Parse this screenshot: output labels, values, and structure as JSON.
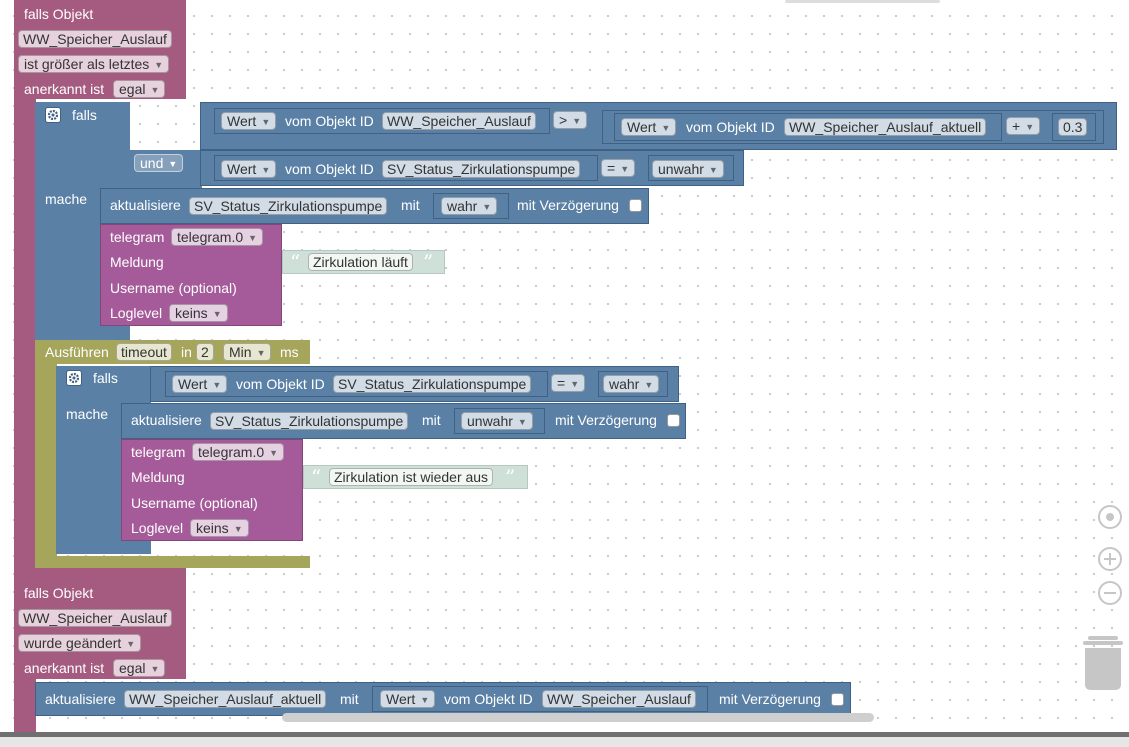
{
  "event1": {
    "head": "falls Objekt",
    "object": "WW_Speicher_Auslauf",
    "condition": "ist größer als letztes",
    "ack_label": "anerkannt ist",
    "ack_value": "egal"
  },
  "if1": {
    "falls": "falls",
    "mache": "mache",
    "und": "und",
    "cond1": {
      "value_dd": "Wert",
      "obj_label": "vom Objekt ID",
      "obj": "WW_Speicher_Auslauf",
      "op": ">",
      "inner_value_dd": "Wert",
      "inner_obj_label": "vom Objekt ID",
      "inner_obj": "WW_Speicher_Auslauf_aktuell",
      "plus": "+",
      "num": "0.3"
    },
    "cond2": {
      "value_dd": "Wert",
      "obj_label": "vom Objekt ID",
      "obj": "SV_Status_Zirkulationspumpe",
      "op": "=",
      "bool": "unwahr"
    },
    "update": {
      "label": "aktualisiere",
      "obj": "SV_Status_Zirkulationspumpe",
      "mit": "mit",
      "value": "wahr",
      "delay": "mit Verzögerung"
    },
    "telegram": {
      "label": "telegram",
      "instance": "telegram.0",
      "meldung": "Meldung",
      "message": "Zirkulation läuft",
      "username": "Username (optional)",
      "loglevel": "Loglevel",
      "loglevel_value": "keins"
    }
  },
  "timeout": {
    "label": "Ausführen",
    "type": "timeout",
    "in": "in",
    "value": "2",
    "unit": "Min",
    "ms": "ms"
  },
  "if2": {
    "falls": "falls",
    "mache": "mache",
    "cond": {
      "value_dd": "Wert",
      "obj_label": "vom Objekt ID",
      "obj": "SV_Status_Zirkulationspumpe",
      "op": "=",
      "bool": "wahr"
    },
    "update": {
      "label": "aktualisiere",
      "obj": "SV_Status_Zirkulationspumpe",
      "mit": "mit",
      "value": "unwahr",
      "delay": "mit Verzögerung"
    },
    "telegram": {
      "label": "telegram",
      "instance": "telegram.0",
      "meldung": "Meldung",
      "message": "Zirkulation ist wieder aus",
      "username": "Username (optional)",
      "loglevel": "Loglevel",
      "loglevel_value": "keins"
    }
  },
  "event2": {
    "head": "falls Objekt",
    "object": "WW_Speicher_Auslauf",
    "condition": "wurde geändert",
    "ack_label": "anerkannt ist",
    "ack_value": "egal",
    "update": {
      "label": "aktualisiere",
      "obj": "WW_Speicher_Auslauf_aktuell",
      "mit": "mit",
      "value_dd": "Wert",
      "obj_label": "vom Objekt ID",
      "src_obj": "WW_Speicher_Auslauf",
      "delay": "mit Verzögerung"
    }
  },
  "icons": {
    "gear": "gear-icon",
    "center": "center-icon",
    "zoom_in": "zoom-in-icon",
    "zoom_out": "zoom-out-icon",
    "trash": "trash-icon"
  },
  "colors": {
    "event": "#a55b80",
    "logic": "#5b80a5",
    "telegram": "#a55b99",
    "timeout": "#a5a55b",
    "text": "#cfe0d8"
  }
}
